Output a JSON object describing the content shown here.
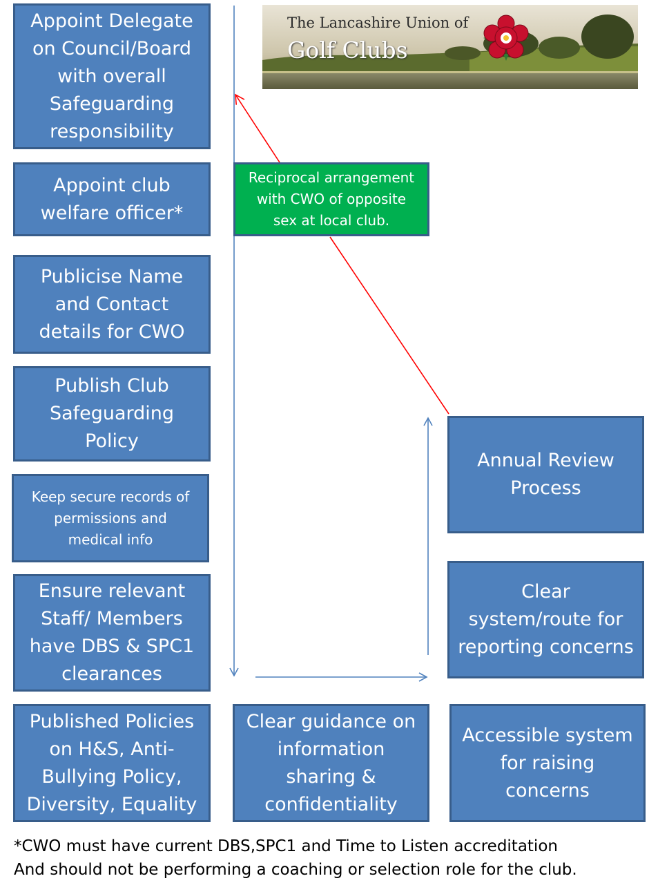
{
  "logo": {
    "line1": "The Lancashire Union of",
    "line2": "Golf Clubs",
    "emblem": "red-rose-icon"
  },
  "left_column": {
    "appoint_delegate": [
      "Appoint Delegate",
      "on Council/Board",
      "with overall",
      "Safeguarding",
      "responsibility"
    ],
    "appoint_cwo": [
      "Appoint club",
      "welfare officer*"
    ],
    "publicise_name": [
      "Publicise Name",
      "and Contact",
      "details for CWO"
    ],
    "publish_policy": [
      "Publish  Club",
      "Safeguarding",
      "Policy"
    ],
    "keep_records": [
      "Keep secure records of",
      "permissions and",
      "medical info"
    ],
    "ensure_dbs": [
      "Ensure relevant",
      "Staff/ Members",
      "have DBS & SPC1",
      "clearances"
    ]
  },
  "reciprocal": [
    "Reciprocal arrangement",
    "with CWO of opposite",
    "sex at local club."
  ],
  "right_column": {
    "annual_review": [
      "Annual Review",
      "Process"
    ],
    "clear_system": [
      "Clear",
      "system/route for",
      "reporting concerns"
    ]
  },
  "bottom_row": {
    "published_policies": [
      "Published  Policies",
      "on H&S, Anti-",
      "Bullying Policy,",
      "Diversity, Equality"
    ],
    "clear_guidance": [
      "Clear guidance on",
      "information",
      "sharing &",
      "confidentiality"
    ],
    "accessible_system": [
      "Accessible system",
      "for raising",
      "concerns"
    ]
  },
  "footnote": [
    "*CWO must have current DBS,SPC1 and Time to Listen accreditation",
    "And should not be performing a coaching or selection role for the club."
  ],
  "colors": {
    "box_fill": "#4f81bd",
    "box_border": "#385d8a",
    "highlight_fill": "#00b050",
    "red_arrow": "#ff0000",
    "blue_arrow": "#4f81bd"
  }
}
